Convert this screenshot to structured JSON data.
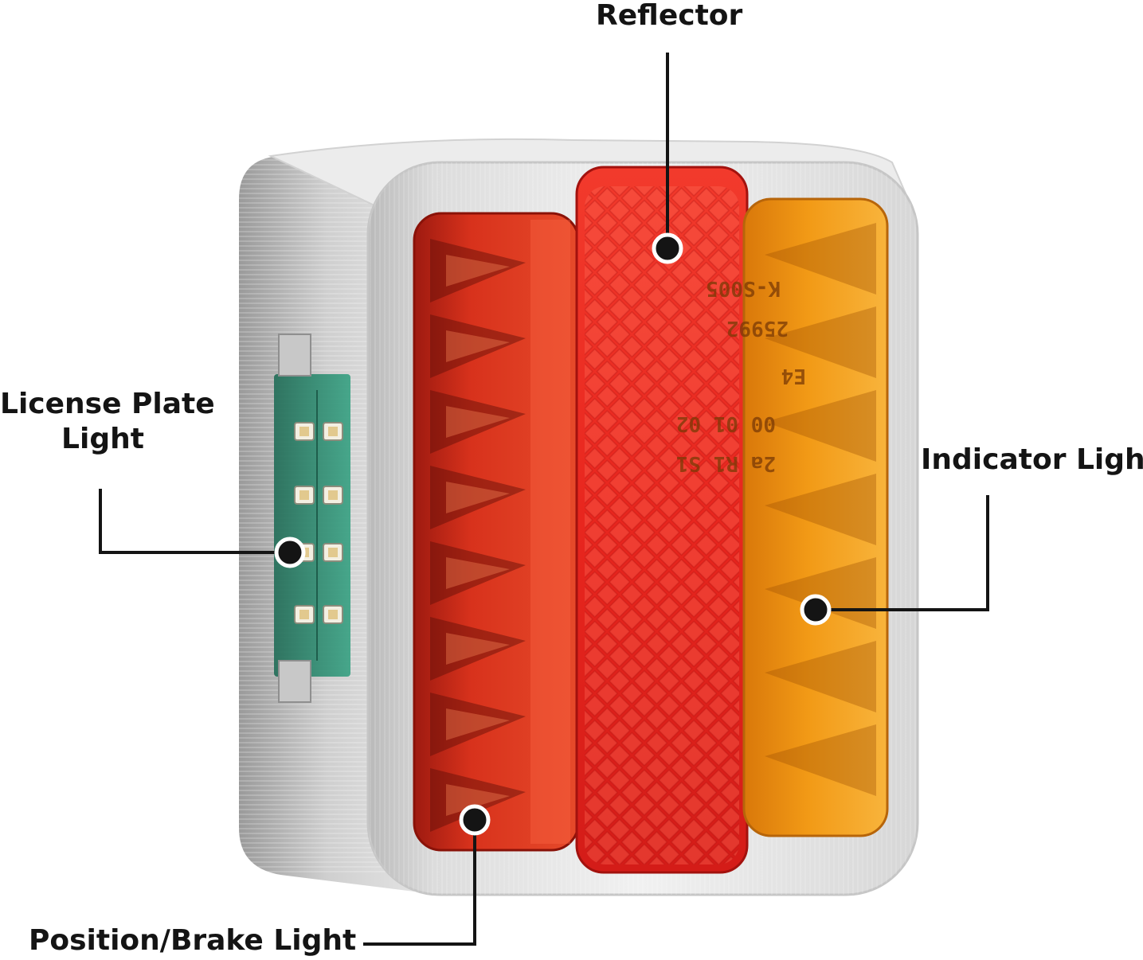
{
  "labels": {
    "reflector": "Reflector",
    "license_plate_line1": "License Plate",
    "license_plate_line2": "Light",
    "indicator": "Indicator Light",
    "position_brake": "Position/Brake Light"
  },
  "lens_markings": {
    "code": "K-S005",
    "number": "25992",
    "approval": "E4",
    "regulation": "00 01 02",
    "category": "2a R1 S1"
  },
  "colors": {
    "brake_red": "#d8321c",
    "reflector_red": "#e8261e",
    "indicator_amber": "#f29a16",
    "pcb_green": "#2f8d72",
    "housing_clear": "#e6e6e6",
    "leader_line": "#141414"
  }
}
